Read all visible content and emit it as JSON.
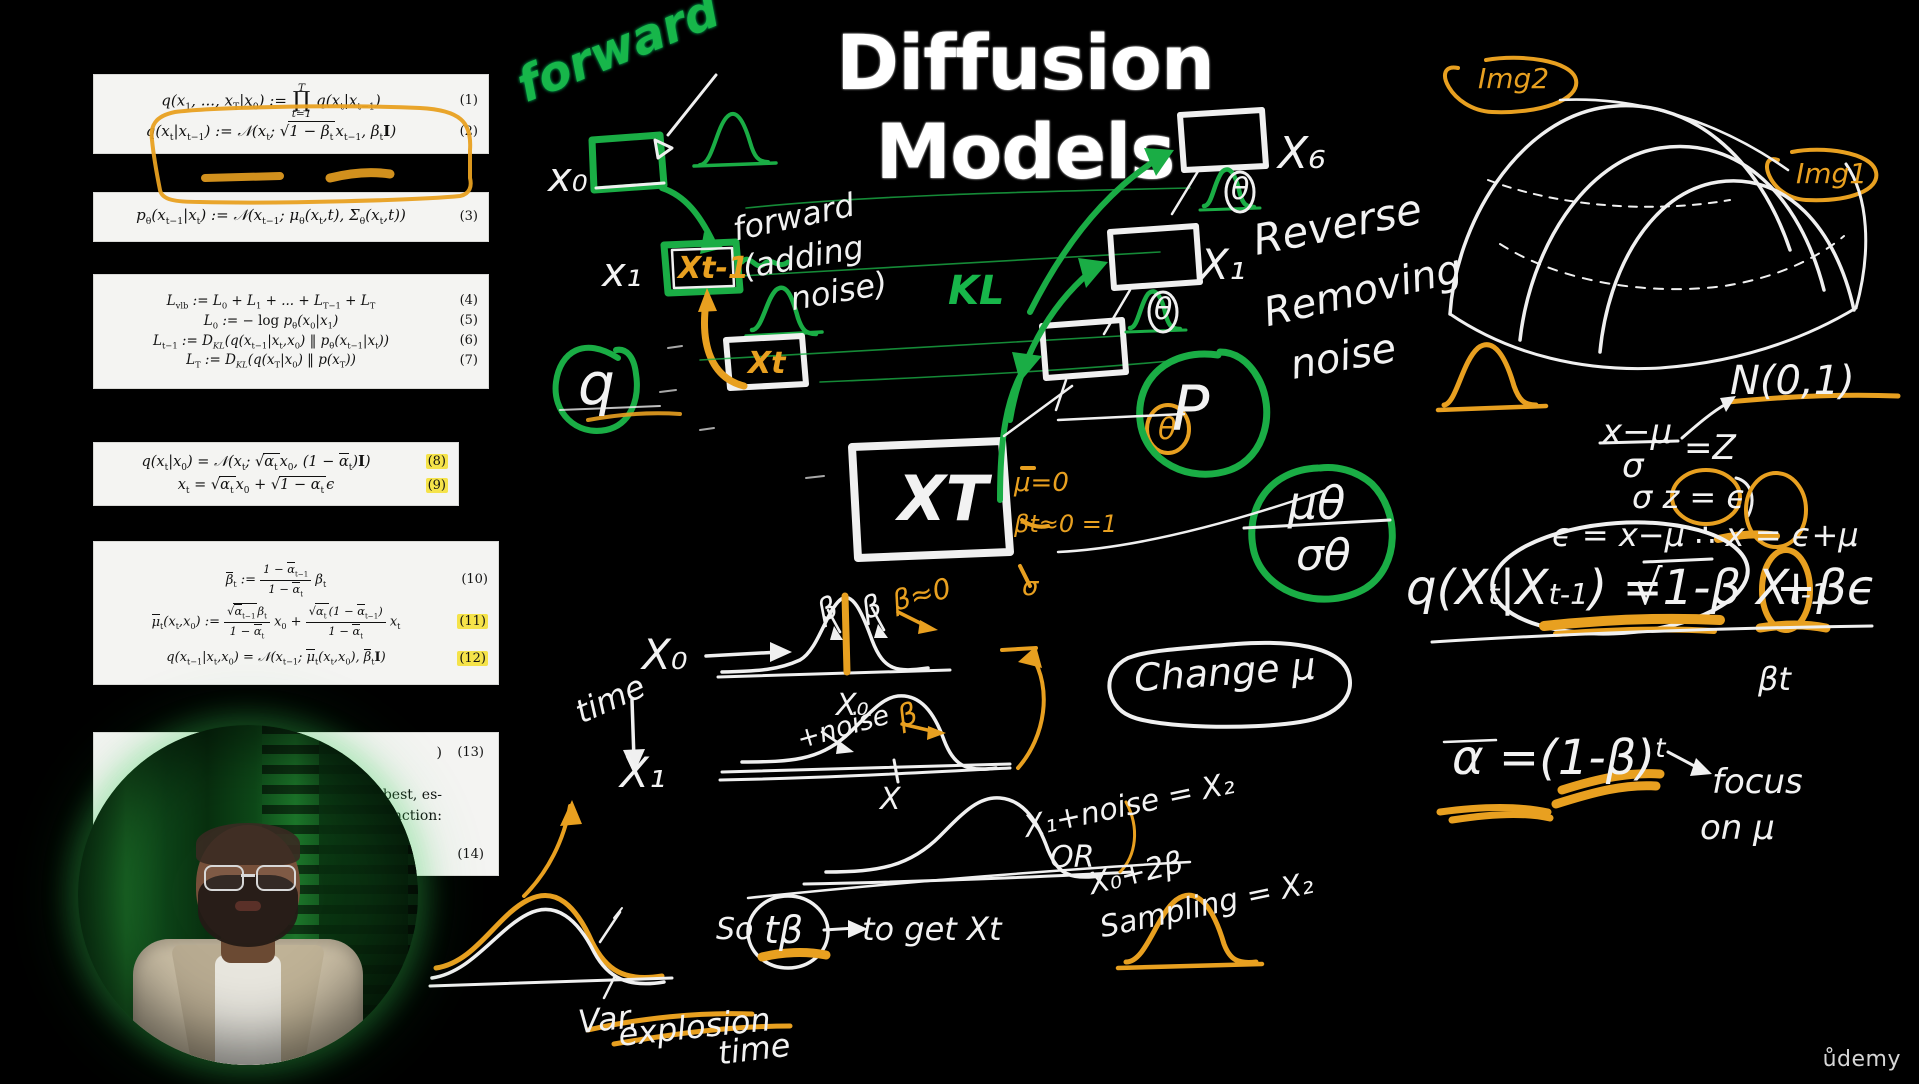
{
  "title": "Diffusion Models",
  "brand": {
    "logo_text": "ůdemy"
  },
  "equations": [
    {
      "id": "card-1",
      "lines": [
        {
          "num": "(1)",
          "latex": "q(x_1,...,x_T|x_0) := \\prod_{t=1}^{T} q(x_t|x_{t-1})"
        },
        {
          "num": "(2)",
          "latex": "q(x_t|x_{t-1}) := N(x_t; \\sqrt{1-\\beta_t} x_{t-1}, \\beta_t I)",
          "annotated": true
        }
      ]
    },
    {
      "id": "card-2",
      "lines": [
        {
          "num": "(3)",
          "latex": "p_\\theta(x_{t-1}|x_t) := N(x_{t-1}; \\mu_\\theta(x_t,t), \\Sigma_\\theta(x_t,t))"
        }
      ]
    },
    {
      "id": "card-3",
      "lines": [
        {
          "num": "(4)",
          "latex": "L_{vlb} := L_0 + L_1 + ... + L_{T-1} + L_T"
        },
        {
          "num": "(5)",
          "latex": "L_0 := -\\log p_\\theta(x_0|x_1)"
        },
        {
          "num": "(6)",
          "latex": "L_{t-1} := D_{KL}(q(x_{t-1}|x_t,x_0) \\| p_\\theta(x_{t-1}|x_t))"
        },
        {
          "num": "(7)",
          "latex": "L_T := D_{KL}(q(x_T|x_0) \\| p(x_T))"
        }
      ]
    },
    {
      "id": "card-4",
      "lines": [
        {
          "num": "(8)",
          "latex": "q(x_t|x_0) = N(x_t; \\sqrt{\\bar\\alpha_t} x_0, (1-\\bar\\alpha_t) I)",
          "highlight_num": true
        },
        {
          "num": "(9)",
          "latex": "x_t = \\sqrt{\\bar\\alpha_t} x_0 + \\sqrt{1-\\bar\\alpha_t}\\epsilon",
          "highlight_num": true
        }
      ]
    },
    {
      "id": "card-5",
      "lines": [
        {
          "num": "(10)",
          "latex": "\\tilde\\beta_t := \\frac{1-\\bar\\alpha_{t-1}}{1-\\bar\\alpha_t}\\beta_t"
        },
        {
          "num": "(11)",
          "latex": "\\tilde\\mu_t(x_t,x_0) := \\frac{\\sqrt{\\bar\\alpha_{t-1}}\\beta_t}{1-\\bar\\alpha_t}x_0 + \\frac{\\sqrt{\\alpha_t}(1-\\bar\\alpha_{t-1})}{1-\\bar\\alpha_t}x_t"
        },
        {
          "num": "(12)",
          "latex": "q(x_{t-1}|x_t,x_0) = N(x_{t-1}; \\tilde\\mu_t(x_t,x_0), \\tilde\\beta_t I)",
          "highlight_num": true
        }
      ]
    },
    {
      "id": "card-6",
      "lines": [
        {
          "num": "(13)",
          "latex": ""
        },
        {
          "num": "",
          "latex": "best, es-"
        },
        {
          "num": "",
          "latex": "unction:"
        },
        {
          "num": "(14)",
          "latex": ""
        }
      ]
    }
  ],
  "eq_text": {
    "c1l1": {
      "q": "q(x",
      "s1": "1",
      "mid": ", ..., x",
      "s2": "T",
      "bar": "|x",
      "s3": "0",
      "close": ") :=",
      "prodTop": "T",
      "prodBot": "t=1",
      "tail": "q(x",
      "ts1": "t",
      "tmid": "|x",
      "ts2": "t−1",
      "tclose": ")"
    },
    "c1l2_pre": "q(x",
    "c1l2": "q(xt|xt−1) := N(xt; √(1−βt) xt−1, βt I)",
    "c2l1": "pθ(xt−1|xt) := N(xt−1; μθ(xt,t), Σθ(xt,t))",
    "c3l1": "Lvlb := L0 + L1 + ... + LT−1 + LT",
    "c3l2": "L0 := − log pθ(x0|x1)",
    "c3l3": "Lt−1 := DKL(q(xt−1|xt,x0) ‖ pθ(xt−1|xt))",
    "c3l4": "LT := DKL(q(xT|x0) ‖ p(xT))",
    "c4l1": "q(xt|x0) = N(xt; √ᾱt x0, (1−ᾱt)I)",
    "c4l2": "xt = √ᾱt x0 + √(1−ᾱt) ε",
    "c5l3": "q(xt−1|xt,x0) = N(xt−1; μ̃t(xt,x0), β̃t I)",
    "c6a": ")",
    "c6b": "best, es-",
    "c6c": "unction:",
    "nums": {
      "n1": "(1)",
      "n2": "(2)",
      "n3": "(3)",
      "n4": "(4)",
      "n5": "(5)",
      "n6": "(6)",
      "n7": "(7)",
      "n8": "(8)",
      "n9": "(9)",
      "n10": "(10)",
      "n11": "(11)",
      "n12": "(12)",
      "n13": "(13)",
      "n14": "(14)"
    }
  },
  "annotations": {
    "forward_green": "forward",
    "x0": "x₀",
    "x1_left": "x₁",
    "xt1_box": "Xt-1",
    "xt_box": "Xt",
    "q_circle": "q",
    "forward_white": "forward",
    "adding": "(adding",
    "noise": "noise)",
    "xT_box": "XT",
    "mu0": "μ=0",
    "beta_t0": "βt≈0 =1",
    "kl": "KL",
    "x6_right": "X₆",
    "x1_right": "X₁",
    "reverse": "Reverse",
    "removing": "Removing",
    "noise_r": "noise",
    "theta1": "θ",
    "theta2": "θ",
    "theta3": "θ",
    "p_circle": "P",
    "mu_theta": "μθ",
    "sigma_theta": "σθ",
    "change_mu": "Change μ",
    "img2": "Img2",
    "img1": "Img1",
    "n01": "N(0,1)",
    "z_eq": "x−μ / σ = Z",
    "sigma_z": "σ z = ϵ",
    "eps_eq": "ϵ = x−μ  ∴  x = ϵ+μ",
    "q_big": "q(Xt|Xt-1) = √(1-β) Xt-1 + β ϵ",
    "beta_t_small": "βt",
    "alpha_bar": "ᾱ = (1-β)ᵗ",
    "focus": "focus",
    "on_mu": "on μ",
    "time_label": "time",
    "x0_bot": "X₀",
    "x1_bot": "X₁",
    "beta1": "β",
    "beta2": "β",
    "beta2b": "β≈0",
    "x0_curve": "X₀",
    "plus_noise": "+noise",
    "beta3": "β",
    "x_axis1": "X",
    "x1_axis": "X₁",
    "x1_plus_noise": "X₁+noise = X₂",
    "or": "OR",
    "x0_2b": "X₀+2β",
    "sampling": "Sampling = X₂",
    "so": "So",
    "tb": "tβ",
    "to_get": "to get Xt",
    "var": "Var.",
    "explosion": "explosion",
    "time_bot": "time"
  }
}
